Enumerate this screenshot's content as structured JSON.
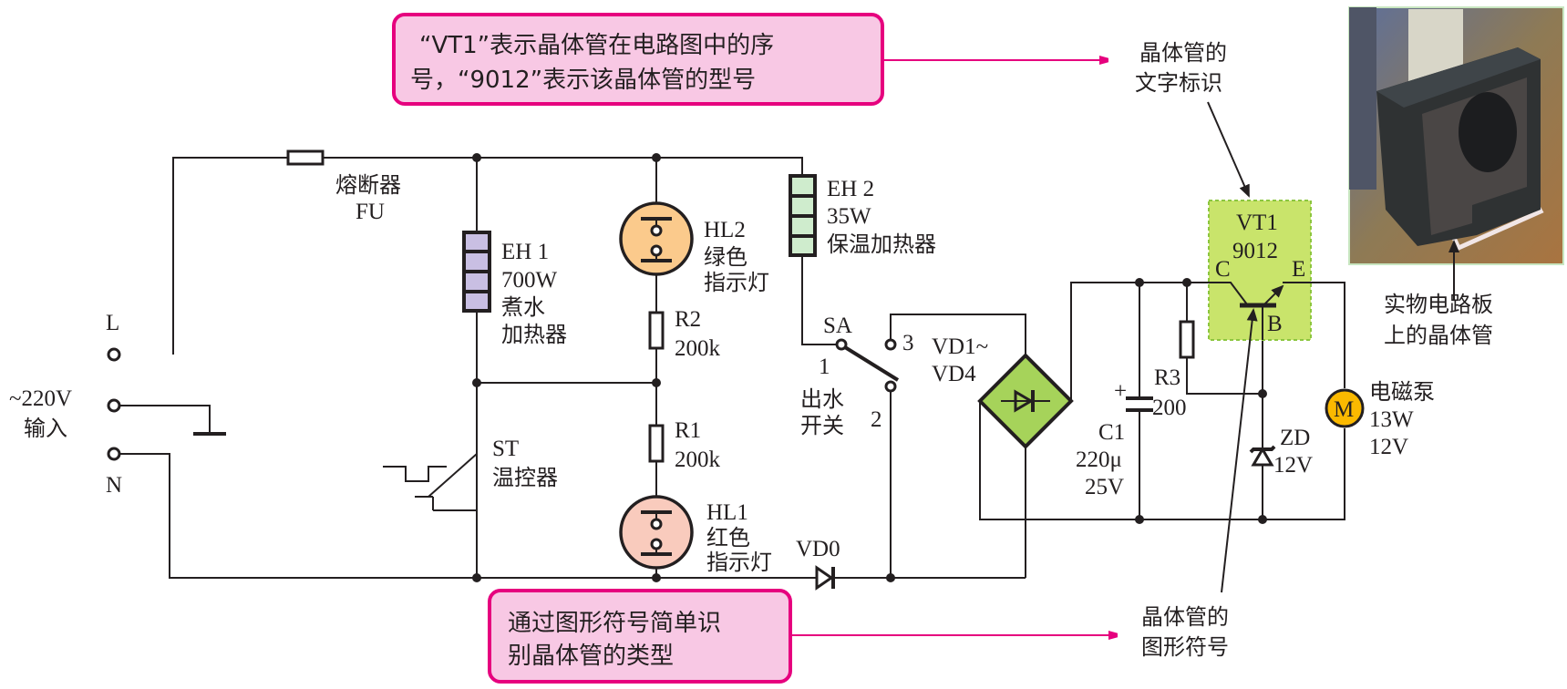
{
  "colors": {
    "callout_fill": "#f8c8e4",
    "callout_border": "#e6007e",
    "eh1_fill": "#c9bfe3",
    "eh2_fill": "#cfeccd",
    "hl2_fill": "#fbca8c",
    "hl1_fill": "#f9cbbd",
    "bridge_fill": "#a6d35a",
    "transistor_box_fill": "#c9e46b",
    "motor_fill": "#fbb900",
    "wire": "#231f20"
  },
  "callouts": {
    "top": {
      "line1": "“VT1”表示晶体管在电路图中的序",
      "line2": "号，“9012”表示该晶体管的型号"
    },
    "bottom": {
      "line1": "通过图形符号简单识",
      "line2": "别晶体管的类型"
    }
  },
  "annotations": {
    "text_marking": {
      "line1": "晶体管的",
      "line2": "文字标识"
    },
    "graphic_symbol": {
      "line1": "晶体管的",
      "line2": "图形符号"
    },
    "physical": {
      "line1": "实物电路板",
      "line2": "上的晶体管"
    }
  },
  "input": {
    "L": "L",
    "N": "N",
    "voltage": "~220V",
    "voltage_label": "输入"
  },
  "components": {
    "fuse": {
      "name": "熔断器",
      "ref": "FU"
    },
    "eh1": {
      "ref": "EH 1",
      "value": "700W",
      "desc1": "煮水",
      "desc2": "加热器"
    },
    "eh2": {
      "ref": "EH 2",
      "value": "35W",
      "desc": "保温加热器"
    },
    "hl2": {
      "ref": "HL2",
      "desc1": "绿色",
      "desc2": "指示灯"
    },
    "hl1": {
      "ref": "HL1",
      "desc1": "红色",
      "desc2": "指示灯"
    },
    "r2": {
      "ref": "R2",
      "value": "200k"
    },
    "r1": {
      "ref": "R1",
      "value": "200k"
    },
    "st": {
      "ref": "ST",
      "desc": "温控器"
    },
    "sa": {
      "ref": "SA",
      "pin1": "1",
      "pin2": "2",
      "pin3": "3",
      "desc1": "出水",
      "desc2": "开关"
    },
    "vd0": {
      "ref": "VD0"
    },
    "bridge": {
      "ref1": "VD1~",
      "ref2": "VD4"
    },
    "c1": {
      "plus": "+",
      "ref": "C1",
      "value": "220μ",
      "voltage": "25V"
    },
    "r3": {
      "ref": "R3",
      "value": "200"
    },
    "vt1": {
      "ref": "VT1",
      "model": "9012",
      "c": "C",
      "e": "E",
      "b": "B"
    },
    "zd": {
      "ref": "ZD",
      "value": "12V"
    },
    "motor": {
      "symbol": "M",
      "name": "电磁泵",
      "power": "13W",
      "voltage": "12V"
    }
  }
}
